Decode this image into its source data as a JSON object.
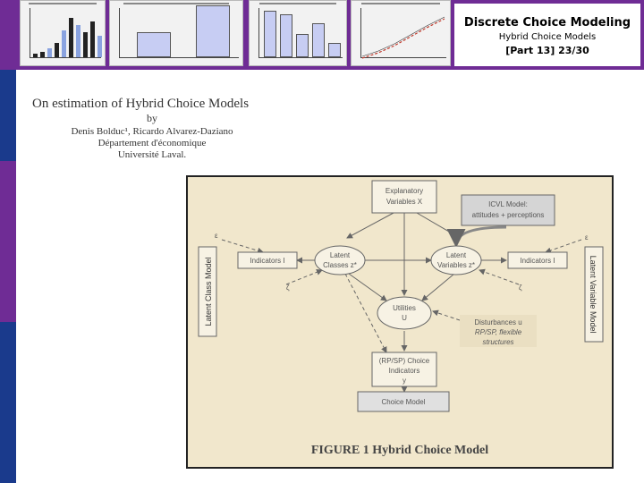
{
  "header": {
    "title": "Discrete Choice Modeling",
    "subtitle": "Hybrid Choice Models",
    "part": "[Part 13] 23/30"
  },
  "paper": {
    "title": "On estimation of Hybrid Choice Models",
    "by": "by",
    "authors": "Denis Bolduc¹, Ricardo Alvarez-Daziano",
    "department": "Département d'économique",
    "university": "Université Laval."
  },
  "figure": {
    "caption": "FIGURE 1 Hybrid Choice Model",
    "nodes": {
      "explanatory": [
        "Explanatory",
        "Variables X"
      ],
      "icvl": [
        "ICVL Model:",
        "attitudes + perceptions"
      ],
      "latent_classes": [
        "Latent",
        "Classes z*"
      ],
      "latent_variables": [
        "Latent",
        "Variables z*"
      ],
      "indicators_left": "Indicators I",
      "indicators_right": "Indicators I",
      "utilities": [
        "Utilities",
        "U"
      ],
      "disturbances": [
        "Disturbances u",
        "RP/SP, flexible",
        "structures"
      ],
      "choice_indicators": [
        "(RP/SP) Choice",
        "Indicators",
        "y"
      ],
      "choice_model": "Choice Model"
    },
    "side_left": "Latent Class Model",
    "side_right": "Latent Variable Model",
    "symbols": {
      "eps": "ε",
      "zeta": "ζ"
    }
  },
  "colors": {
    "banner": "#6f2c95",
    "stripe_blue": "#1a3a8c",
    "figure_bg": "#f1e7cc"
  }
}
